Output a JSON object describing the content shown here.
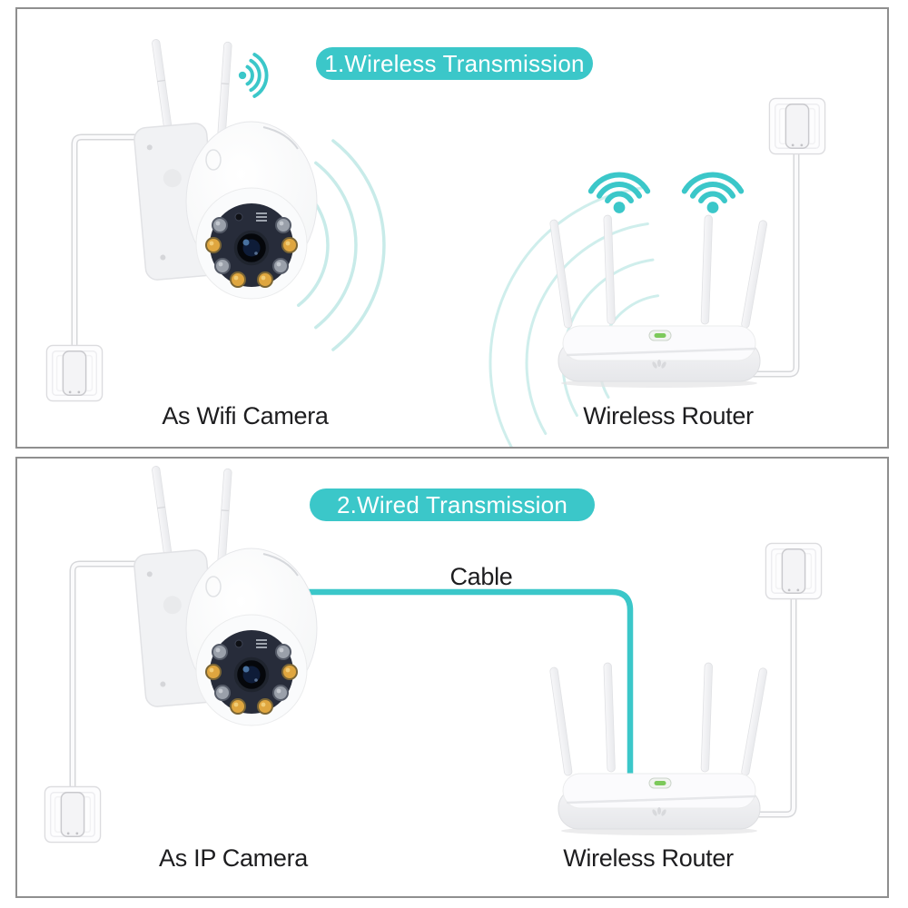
{
  "colors": {
    "background": "#ffffff",
    "accent_teal": "#3bc7c9",
    "signal_wave_teal": "#c9ebe9",
    "panel_border_gray": "#8f8f8f",
    "label_text": "#1d1d1f",
    "pill_text": "#ffffff",
    "power_cable_gray": "#d6d7da",
    "ethernet_cable_teal": "#3bc7c9",
    "router_led_green": "#7cc95a",
    "camera_led_amber": "#dfa63f"
  },
  "panel1": {
    "title": "1.Wireless Transmission",
    "camera_label": "As Wifi Camera",
    "router_label": "Wireless Router",
    "figures": {
      "camera": "wifi-camera",
      "router": "wireless-router",
      "outlet_left": "power-outlet-with-adapter",
      "outlet_right": "power-outlet-with-adapter",
      "camera_signal_icon": "wifi-signal-icon",
      "router_signal_icons": "wifi-signal-icon",
      "signal_waves": "teal-signal-wave-arcs"
    }
  },
  "panel2": {
    "title": "2.Wired Transmission",
    "cable_label": "Cable",
    "camera_label": "As IP Camera",
    "router_label": "Wireless Router",
    "figures": {
      "camera": "wifi-camera",
      "router": "wireless-router",
      "outlet_left": "power-outlet-with-adapter",
      "outlet_right": "power-outlet-with-adapter",
      "ethernet_cable": "teal-network-cable"
    }
  }
}
